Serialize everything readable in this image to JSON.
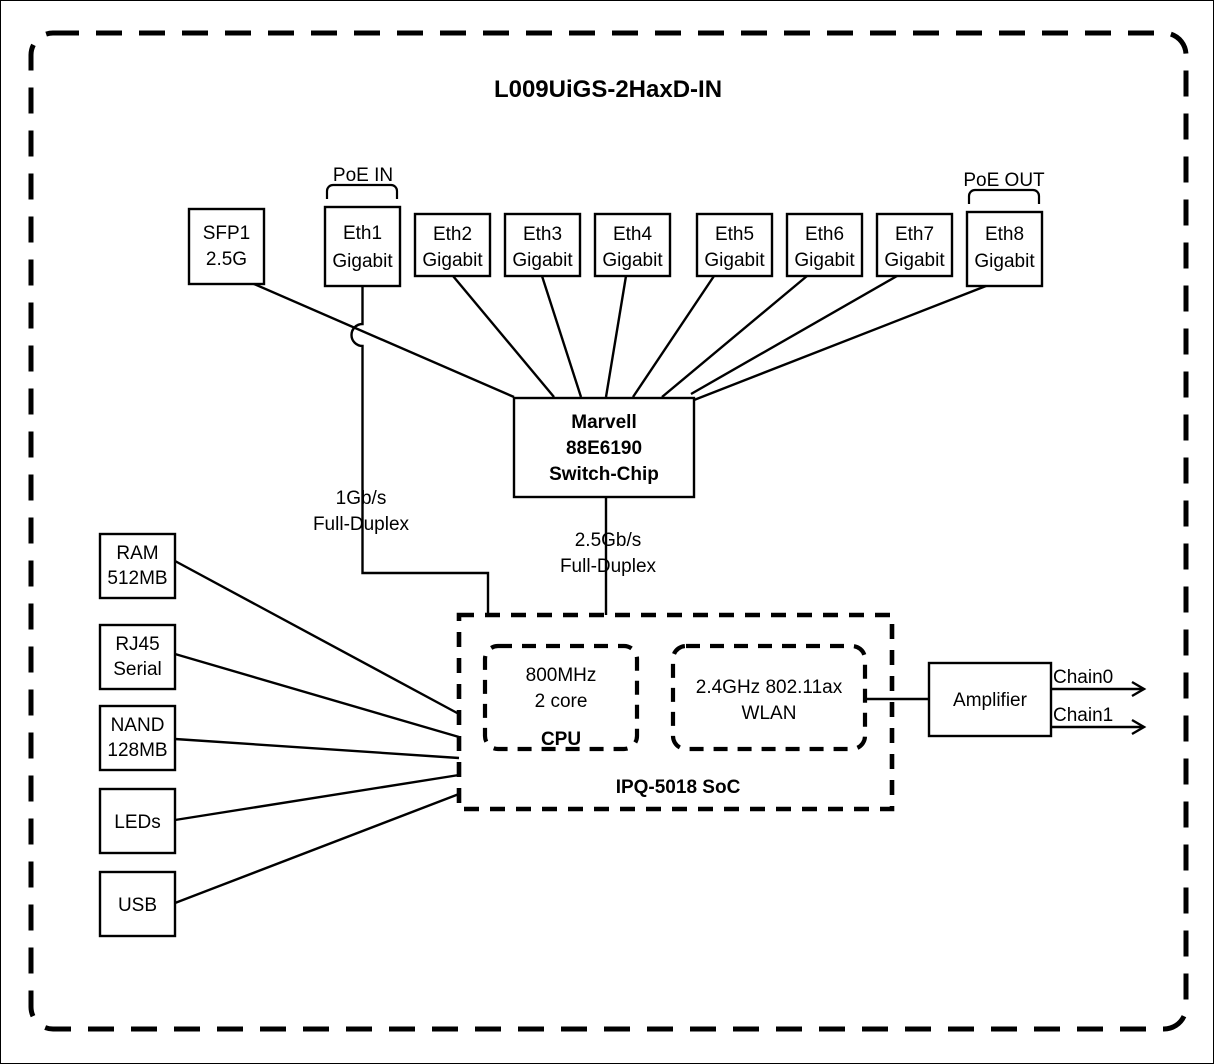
{
  "diagram": {
    "title": "L009UiGS-2HaxD-IN",
    "brackets": {
      "poe_in": "PoE IN",
      "poe_out": "PoE OUT"
    },
    "ports": [
      {
        "name": "SFP1",
        "speed": "2.5G"
      },
      {
        "name": "Eth1",
        "speed": "Gigabit"
      },
      {
        "name": "Eth2",
        "speed": "Gigabit"
      },
      {
        "name": "Eth3",
        "speed": "Gigabit"
      },
      {
        "name": "Eth4",
        "speed": "Gigabit"
      },
      {
        "name": "Eth5",
        "speed": "Gigabit"
      },
      {
        "name": "Eth6",
        "speed": "Gigabit"
      },
      {
        "name": "Eth7",
        "speed": "Gigabit"
      },
      {
        "name": "Eth8",
        "speed": "Gigabit"
      }
    ],
    "switch_chip": {
      "line1": "Marvell",
      "line2": "88E6190",
      "line3": "Switch-Chip"
    },
    "links": {
      "eth1_to_soc": {
        "line1": "1Gb/s",
        "line2": "Full-Duplex"
      },
      "switch_to_soc": {
        "line1": "2.5Gb/s",
        "line2": "Full-Duplex"
      }
    },
    "soc": {
      "label": "IPQ-5018 SoC",
      "cpu": {
        "line1": "800MHz",
        "line2": "2 core",
        "label": "CPU"
      },
      "wlan": {
        "line1": "2.4GHz 802.11ax",
        "line2": "WLAN"
      }
    },
    "peripherals": [
      {
        "line1": "RAM",
        "line2": "512MB"
      },
      {
        "line1": "RJ45",
        "line2": "Serial"
      },
      {
        "line1": "NAND",
        "line2": "128MB"
      },
      {
        "line1": "LEDs",
        "line2": ""
      },
      {
        "line1": "USB",
        "line2": ""
      }
    ],
    "amplifier": {
      "label": "Amplifier"
    },
    "chains": [
      {
        "label": "Chain0"
      },
      {
        "label": "Chain1"
      }
    ],
    "colors": {
      "stroke": "#000000",
      "background": "#ffffff"
    }
  }
}
